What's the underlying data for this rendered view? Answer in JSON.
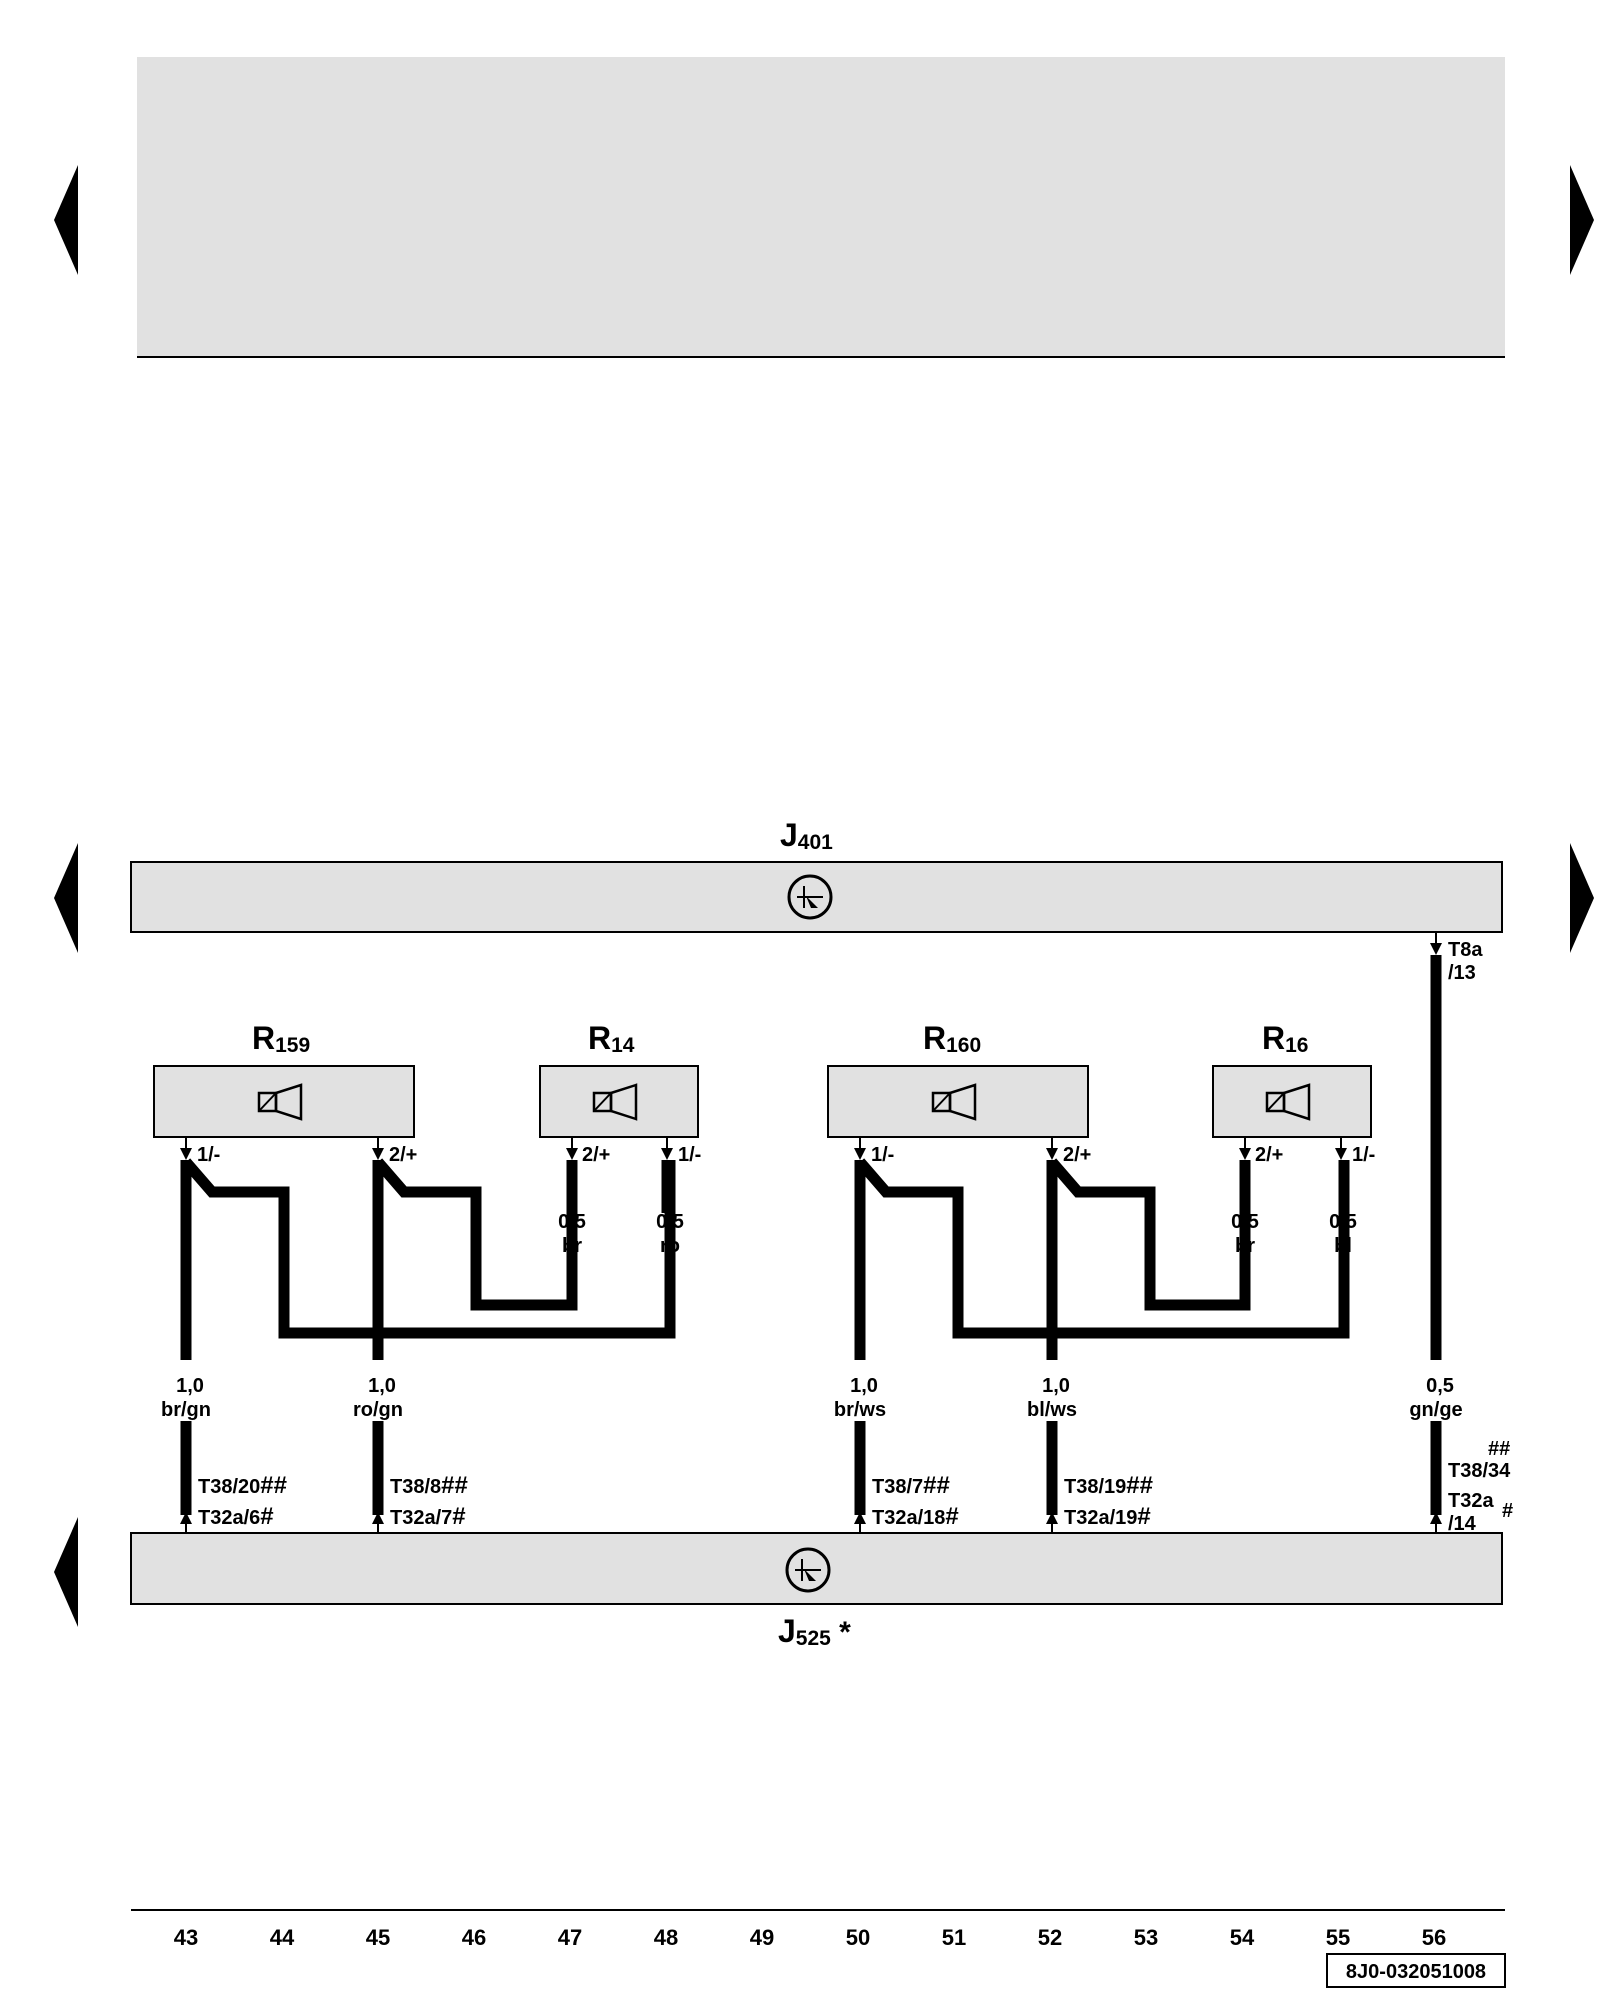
{
  "title": "",
  "units": {
    "J401": {
      "base": "J",
      "sub": "401",
      "suffix": ""
    },
    "J525": {
      "base": "J",
      "sub": "525",
      "suffix": " *"
    }
  },
  "components": [
    {
      "id": "R159",
      "base": "R",
      "sub": "159",
      "pin_left": "1/-",
      "pin_right": "2/+"
    },
    {
      "id": "R14",
      "base": "R",
      "sub": "14",
      "pin_left": "2/+",
      "pin_right": "1/-"
    },
    {
      "id": "R160",
      "base": "R",
      "sub": "160",
      "pin_left": "1/-",
      "pin_right": "2/+"
    },
    {
      "id": "R16",
      "base": "R",
      "sub": "16",
      "pin_left": "2/+",
      "pin_right": "1/-"
    }
  ],
  "wires": [
    {
      "size": "1,0",
      "color": "br/gn",
      "conn_a": "T38/20",
      "mark_a": "##",
      "conn_b": "T32a/6",
      "mark_b": "#"
    },
    {
      "size": "1,0",
      "color": "ro/gn",
      "conn_a": "T38/8",
      "mark_a": "##",
      "conn_b": "T32a/7",
      "mark_b": "#"
    },
    {
      "size": "0,5",
      "color": "br"
    },
    {
      "size": "0,5",
      "color": "ro"
    },
    {
      "size": "1,0",
      "color": "br/ws",
      "conn_a": "T38/7",
      "mark_a": "##",
      "conn_b": "T32a/18",
      "mark_b": "#"
    },
    {
      "size": "1,0",
      "color": "bl/ws",
      "conn_a": "T38/19",
      "mark_a": "##",
      "conn_b": "T32a/19",
      "mark_b": "#"
    },
    {
      "size": "0,5",
      "color": "br"
    },
    {
      "size": "0,5",
      "color": "bl"
    },
    {
      "size": "0,5",
      "color": "gn/ge",
      "top_conn": [
        "T8a",
        "/13"
      ],
      "conn_a": "T38/34",
      "mark_a": "##",
      "conn_b": [
        "T32a",
        "/14"
      ],
      "mark_b": "#"
    }
  ],
  "track_numbers": [
    "43",
    "44",
    "45",
    "46",
    "47",
    "48",
    "49",
    "50",
    "51",
    "52",
    "53",
    "54",
    "55",
    "56"
  ],
  "doc_code": "8J0-032051008",
  "colors": {
    "box_fill": "#e1e1e1",
    "line": "#000000"
  }
}
